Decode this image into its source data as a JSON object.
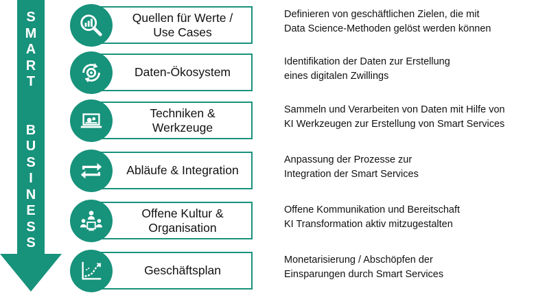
{
  "colors": {
    "accent": "#17927b",
    "text": "#111111",
    "background": "#ffffff"
  },
  "arrow": {
    "word1": [
      "S",
      "M",
      "A",
      "R",
      "T"
    ],
    "word2": [
      "B",
      "U",
      "S",
      "I",
      "N",
      "E",
      "S",
      "S"
    ]
  },
  "rows": [
    {
      "icon": "magnifier-chart-icon",
      "title": [
        "Quellen für Werte /",
        "Use Cases"
      ],
      "desc": [
        "Definieren von geschäftlichen Zielen, die mit",
        "Data Science-Methoden gelöst werden können"
      ]
    },
    {
      "icon": "cycle-gear-icon",
      "title": [
        "Daten-Ökosystem"
      ],
      "desc": [
        "Identifikation der Daten zur Erstellung",
        "eines digitalen Zwillings"
      ]
    },
    {
      "icon": "laptop-gears-icon",
      "title": [
        "Techniken & Werkzeuge"
      ],
      "desc": [
        "Sammeln und Verarbeiten von Daten mit Hilfe von",
        "KI Werkzeugen zur Erstellung von Smart Services"
      ]
    },
    {
      "icon": "sync-arrows-icon",
      "title": [
        "Abläufe & Integration"
      ],
      "desc": [
        "Anpassung der Prozesse zur",
        "Integration der Smart Services"
      ]
    },
    {
      "icon": "team-meeting-icon",
      "title": [
        "Offene Kultur &",
        "Organisation"
      ],
      "desc": [
        "Offene Kommunikation und Bereitschaft",
        "KI Transformation aktiv mitzugestalten"
      ]
    },
    {
      "icon": "growth-chart-icon",
      "title": [
        "Geschäftsplan"
      ],
      "desc": [
        "Monetarisierung / Abschöpfen der",
        "Einsparungen durch Smart Services"
      ]
    }
  ]
}
